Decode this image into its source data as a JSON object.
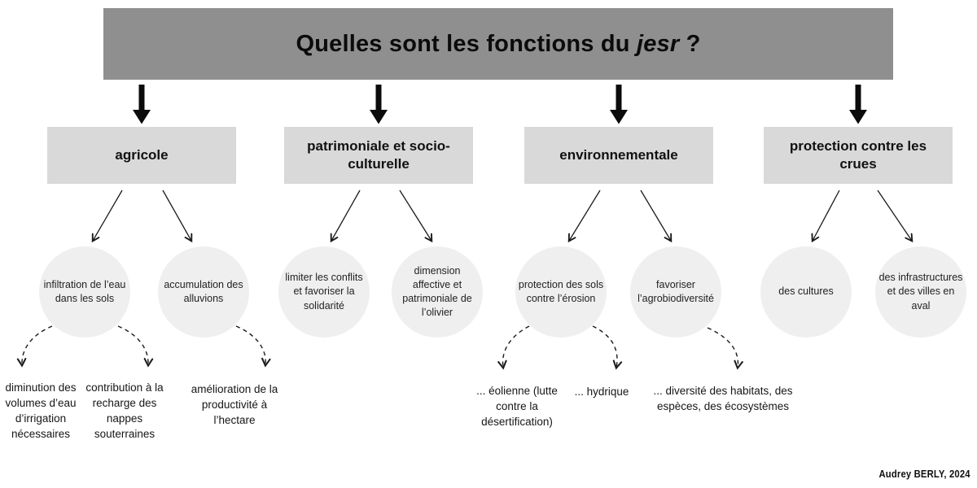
{
  "title": {
    "prefix": "Quelles sont les fonctions du ",
    "emphasis": "jesr",
    "suffix": " ?"
  },
  "credit": "Audrey BERLY, 2024",
  "colors": {
    "title_bar": "#8f8f8f",
    "category_box": "#d9d9d9",
    "function_circle": "#efefef",
    "text": "#1d1d1d",
    "arrow": "#1a1a1a"
  },
  "branches": [
    {
      "label": "agricole",
      "functions": [
        {
          "text": "infiltration de l’eau dans les sols"
        },
        {
          "text": "accumulation des alluvions"
        }
      ],
      "outcomes": [
        "diminution des volumes d’eau d’irrigation nécessaires",
        "contribution à la recharge des nappes souterraines",
        "amélioration de la productivité à l’hectare"
      ]
    },
    {
      "label": "patrimoniale et socio-culturelle",
      "functions": [
        {
          "text": "limiter les conflits et favoriser la solidarité"
        },
        {
          "text": "dimension affective et patrimoniale de l’olivier"
        }
      ],
      "outcomes": []
    },
    {
      "label": "environnementale",
      "functions": [
        {
          "text": "protection des sols contre l’érosion"
        },
        {
          "text": "favoriser l’agrobiodiversité"
        }
      ],
      "outcomes": [
        "... éolienne (lutte contre la désertification)",
        "... hydrique",
        "... diversité des habitats, des espèces, des écosystèmes"
      ]
    },
    {
      "label": "protection contre les crues",
      "functions": [
        {
          "text": "des cultures"
        },
        {
          "text": "des infrastructures et des villes en aval"
        }
      ],
      "outcomes": []
    }
  ]
}
